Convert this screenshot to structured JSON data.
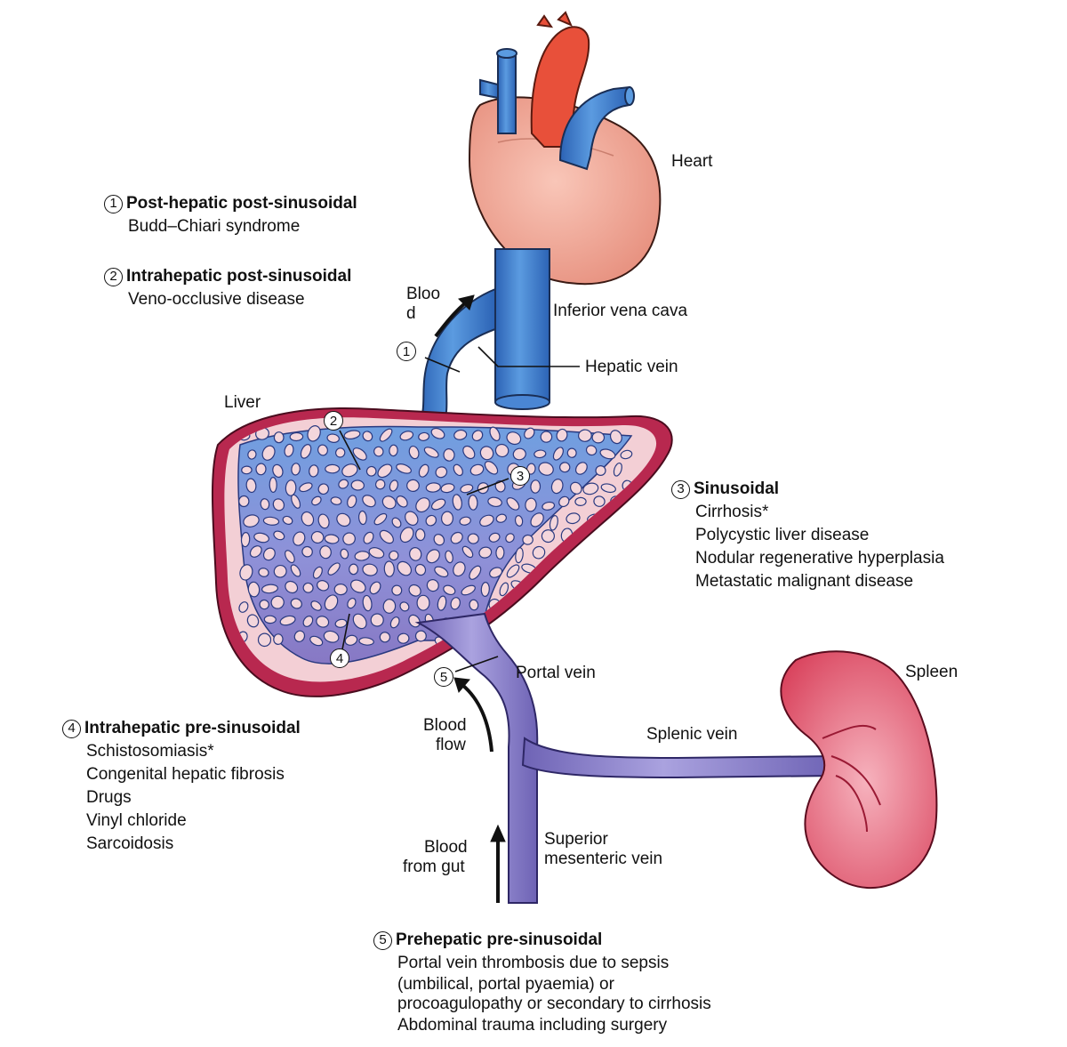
{
  "labels": {
    "heart": "Heart",
    "ivc": "Inferior vena cava",
    "hepatic_vein": "Hepatic vein",
    "liver": "Liver",
    "portal_vein": "Portal vein",
    "spleen": "Spleen",
    "splenic_vein": "Splenic vein",
    "smv_line1": "Superior",
    "smv_line2": "mesenteric vein",
    "blood_top_line1": "Bloo",
    "blood_top_line2": "d",
    "blood_flow_line1": "Blood",
    "blood_flow_line2": "flow",
    "blood_gut_line1": "Blood",
    "blood_gut_line2": "from gut"
  },
  "callouts": [
    "1",
    "2",
    "3",
    "4",
    "5"
  ],
  "categories": [
    {
      "number": "1",
      "title": "Post-hepatic post-sinusoidal",
      "items": [
        "Budd–Chiari syndrome"
      ]
    },
    {
      "number": "2",
      "title": "Intrahepatic post-sinusoidal",
      "items": [
        "Veno-occlusive disease"
      ]
    },
    {
      "number": "3",
      "title": "Sinusoidal",
      "items": [
        "Cirrhosis*",
        "Polycystic liver disease",
        "Nodular regenerative hyperplasia",
        "Metastatic malignant disease"
      ]
    },
    {
      "number": "4",
      "title": "Intrahepatic pre-sinusoidal",
      "items": [
        "Schistosomiasis*",
        "Congenital hepatic fibrosis",
        "Drugs",
        "Vinyl chloride",
        "Sarcoidosis"
      ]
    },
    {
      "number": "5",
      "title": "Prehepatic pre-sinusoidal",
      "items": [
        "Portal vein thrombosis due to sepsis",
        "(umbilical, portal pyaemia) or",
        "procoagulopathy or secondary to cirrhosis",
        "Abdominal trauma including surgery"
      ]
    }
  ],
  "colors": {
    "heart": "#f0a695",
    "aorta": "#e8503a",
    "vena": "#3f7fcf",
    "liver_rim": "#b8284f",
    "liver_fill": "#f3cfd5",
    "portal": "#8c83cb",
    "spleen": "#e06175"
  }
}
